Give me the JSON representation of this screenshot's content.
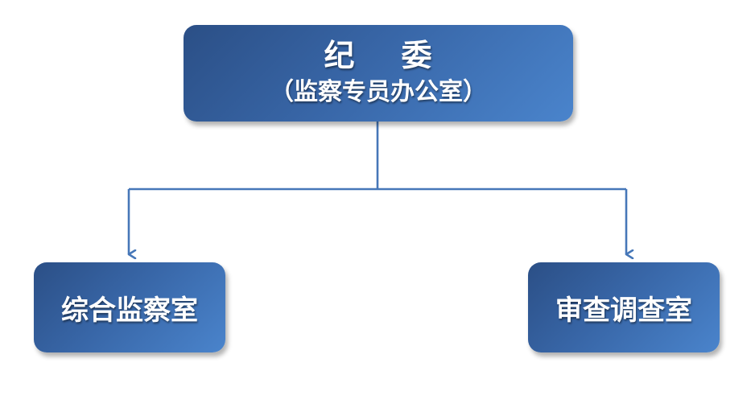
{
  "diagram": {
    "root": {
      "title": "纪    委",
      "subtitle": "（监察专员办公室）"
    },
    "children": [
      {
        "label": "综合监察室"
      },
      {
        "label": "审查调查室"
      }
    ]
  },
  "colors": {
    "box_dark": "#2b4f86",
    "box_light": "#4a84cc",
    "connector": "#4677b8",
    "text": "#ffffff"
  }
}
